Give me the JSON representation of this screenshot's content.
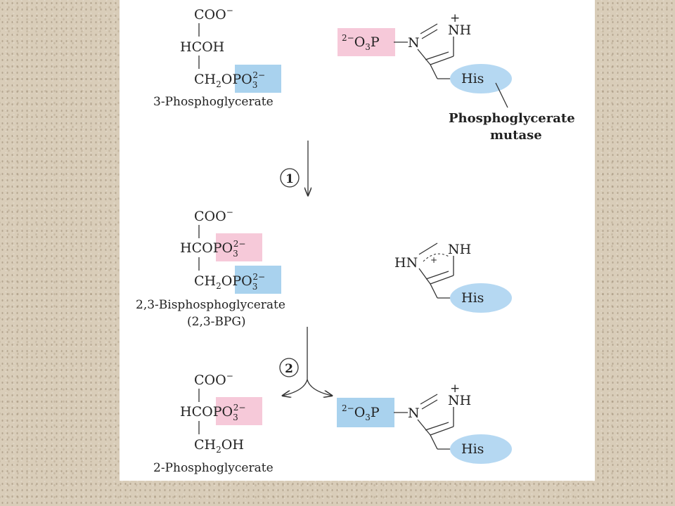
{
  "colors": {
    "pink": "#f6c9d9",
    "blue": "#a9d2ee",
    "ellipse": "#b5d8f2",
    "bond": "#333333"
  },
  "mol1": {
    "coo": "COO",
    "coo_charge": "−",
    "hcoh": "HCOH",
    "ch2_c": "CH",
    "ch2_sub": "2",
    "ch2_o": "O",
    "po": "PO",
    "po_sub": "3",
    "po_charge": "2−",
    "name": "3-Phosphoglycerate"
  },
  "enzyme1": {
    "charge": "2−",
    "o3p": "O",
    "o3p_sub": "3",
    "p": "P",
    "n": "N",
    "nh": "NH",
    "plus": "+",
    "his": "His",
    "name_line1": "Phosphoglycerate",
    "name_line2": "mutase"
  },
  "step1": "1",
  "mol2": {
    "coo": "COO",
    "coo_charge": "−",
    "hco": "HCO",
    "po": "PO",
    "po_sub": "3",
    "po_charge": "2−",
    "ch2_c": "CH",
    "ch2_sub": "2",
    "ch2_o": "O",
    "po2": "PO",
    "po2_sub": "3",
    "po2_charge": "2−",
    "name_line1": "2,3-Bisphosphoglycerate",
    "name_line2": "(2,3-BPG)"
  },
  "enzyme2": {
    "hn": "HN",
    "nh": "NH",
    "plus": "+",
    "his": "His"
  },
  "step2": "2",
  "mol3": {
    "coo": "COO",
    "coo_charge": "−",
    "hco": "HCO",
    "po": "PO",
    "po_sub": "3",
    "po_charge": "2−",
    "ch2oh_c": "CH",
    "ch2oh_sub": "2",
    "ch2oh_oh": "OH",
    "name": "2-Phosphoglycerate"
  },
  "enzyme3": {
    "charge": "2−",
    "o3p": "O",
    "o3p_sub": "3",
    "p": "P",
    "n": "N",
    "nh": "NH",
    "plus": "+",
    "his": "His"
  }
}
